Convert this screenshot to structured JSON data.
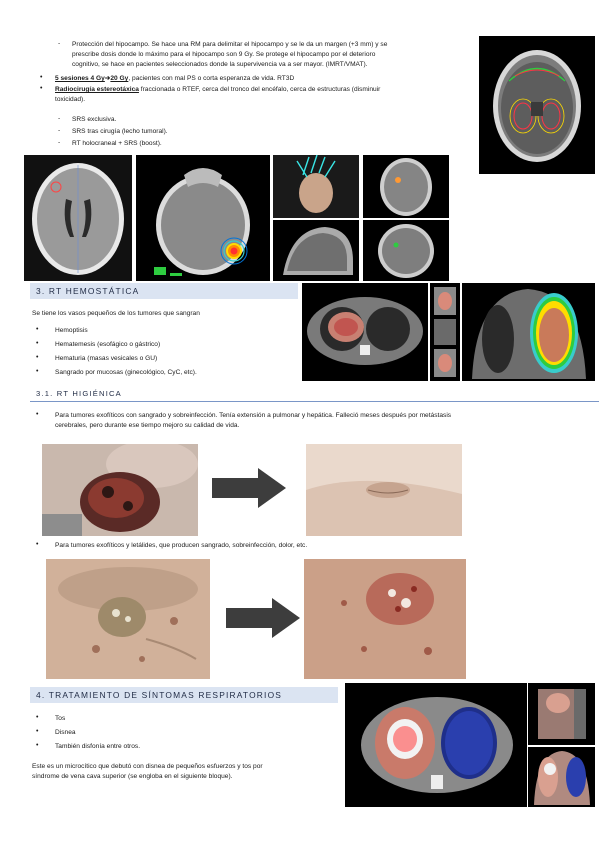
{
  "intro": {
    "hippocampus_line1": "Protección del hipocampo. Se hace una RM para delimitar el hipocampo y se le da un margen (+3 mm) y se",
    "hippocampus_line2": "prescribe dosis donde lo máximo para el hipocampo son 9 Gy. Se protege el hipocampo por el deterioro",
    "hippocampus_line3": "cognitivo, se hace en pacientes seleccionados donde la supervivencia va a ser mayor. (IMRT/VMAT).",
    "sessions_bold": "5 sesiones 4 Gy",
    "sessions_arrow": "➔",
    "sessions_bold2": "20 Gy",
    "sessions_rest": ", pacientes con mal PS o corta esperanza de vida. RT3D",
    "radiosurgery_bold": "Radiocirugía estereotáxica",
    "radiosurgery_rest": " fraccionada o RTEF, cerca del tronco del encéfalo, cerca de estructuras (disminuir",
    "radiosurgery_line2": "toxicidad).",
    "srs_items": [
      "SRS exclusiva.",
      "SRS tras cirugía (lecho tumoral).",
      "RT holocraneal + SRS (boost)."
    ]
  },
  "section3": {
    "heading": "3.  RT HEMOSTÁTICA",
    "intro": "Se tiene los vasos pequeños de los tumores que sangran",
    "items": [
      "Hemoptisis",
      "Hematemesis (esofágico o gástrico)",
      "Hematuria (masas vesicales o GU)",
      "Sangrado por mucosas (ginecológico, CyC, etc)."
    ]
  },
  "section31": {
    "heading": "3.1.    RT HIGIÉNICA",
    "item1_line1": "Para tumores exofíticos con sangrado y sobreinfección. Tenía extensión a pulmonar y hepática. Falleció meses después por metástasis",
    "item1_line2": "cerebrales, pero durante ese tiempo mejoro su calidad de vida.",
    "item2": "Para tumores exofíticos y letálides, que producen sangrado, sobreinfección, dolor, etc."
  },
  "section4": {
    "heading": "4.  TRATAMIENTO DE SÍNTOMAS RESPIRATORIOS",
    "items": [
      "Tos",
      "Disnea",
      "También disfonía entre otros."
    ],
    "note_line1": "Este es un microcítico que debutó con disnea de pequeños esfuerzos y tos por",
    "note_line2": "síndrome de vena cava superior (se engloba en el siguiente bloque)."
  },
  "colors": {
    "heading_bg": "#dbe4f2",
    "heading_text": "#1f2a44",
    "subheading_rule": "#7a96c7"
  },
  "icons": {
    "arrow": "right-arrow-icon",
    "bullet": "bullet-icon",
    "dash": "dash-icon"
  }
}
